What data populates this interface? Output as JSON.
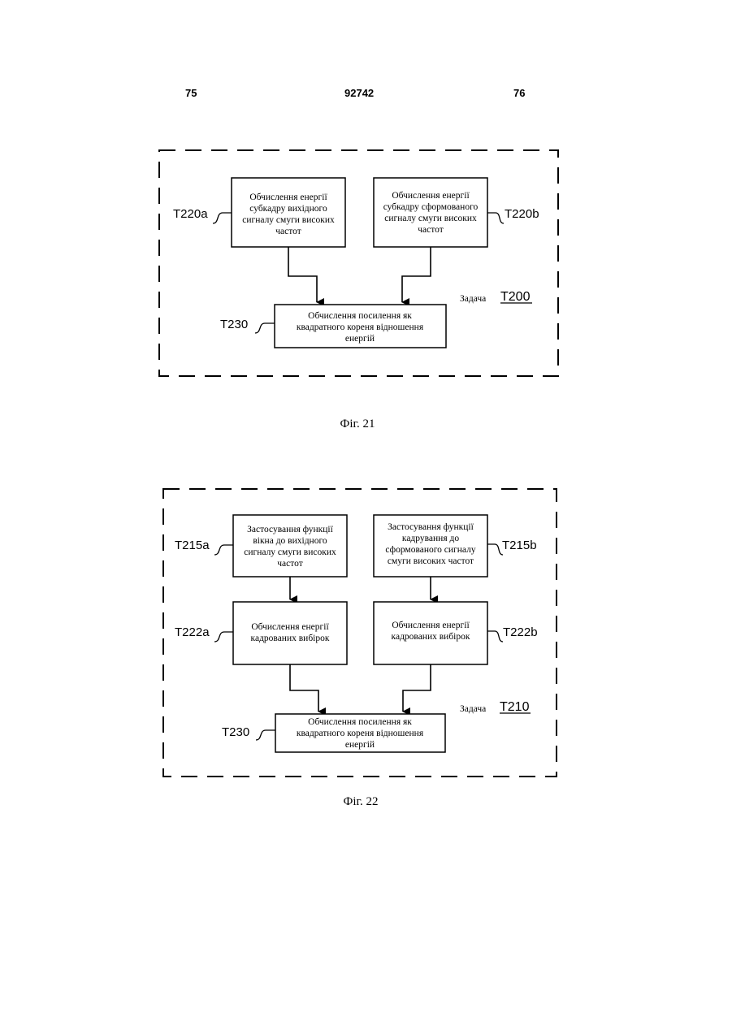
{
  "header": {
    "left_page": "75",
    "center_number": "92742",
    "right_page": "76"
  },
  "fig21": {
    "caption": "Фіг. 21",
    "task_word": "Задача",
    "task_id": "T200",
    "box_a": {
      "label": "T220a",
      "lines": [
        "Обчислення енергії",
        "субкадру вихідного",
        "сигналу смуги високих",
        "частот"
      ]
    },
    "box_b": {
      "label": "T220b",
      "lines": [
        "Обчислення енергії",
        "субкадру сформованого",
        "сигналу смуги високих",
        "частот"
      ]
    },
    "box_gain": {
      "label": "T230",
      "lines": [
        "Обчислення посилення як",
        "квадратного кореня відношення",
        "енергій"
      ]
    }
  },
  "fig22": {
    "caption": "Фіг. 22",
    "task_word": "Задача",
    "task_id": "T210",
    "box_window_a": {
      "label": "T215a",
      "lines": [
        "Застосування функції",
        "вікна до вихідного",
        "сигналу смуги високих",
        "частот"
      ]
    },
    "box_window_b": {
      "label": "T215b",
      "lines": [
        "Застосування функції",
        "кадрування до",
        "сформованого сигналу",
        "смуги високих частот"
      ]
    },
    "box_energy_a": {
      "label": "T222a",
      "lines": [
        "Обчислення енергії",
        "кадрованих вибірок"
      ]
    },
    "box_energy_b": {
      "label": "T222b",
      "lines": [
        "Обчислення енергії",
        "кадрованих вибірок"
      ]
    },
    "box_gain": {
      "label": "T230",
      "lines": [
        "Обчислення посилення як",
        "квадратного кореня відношення",
        "енергій"
      ]
    }
  }
}
